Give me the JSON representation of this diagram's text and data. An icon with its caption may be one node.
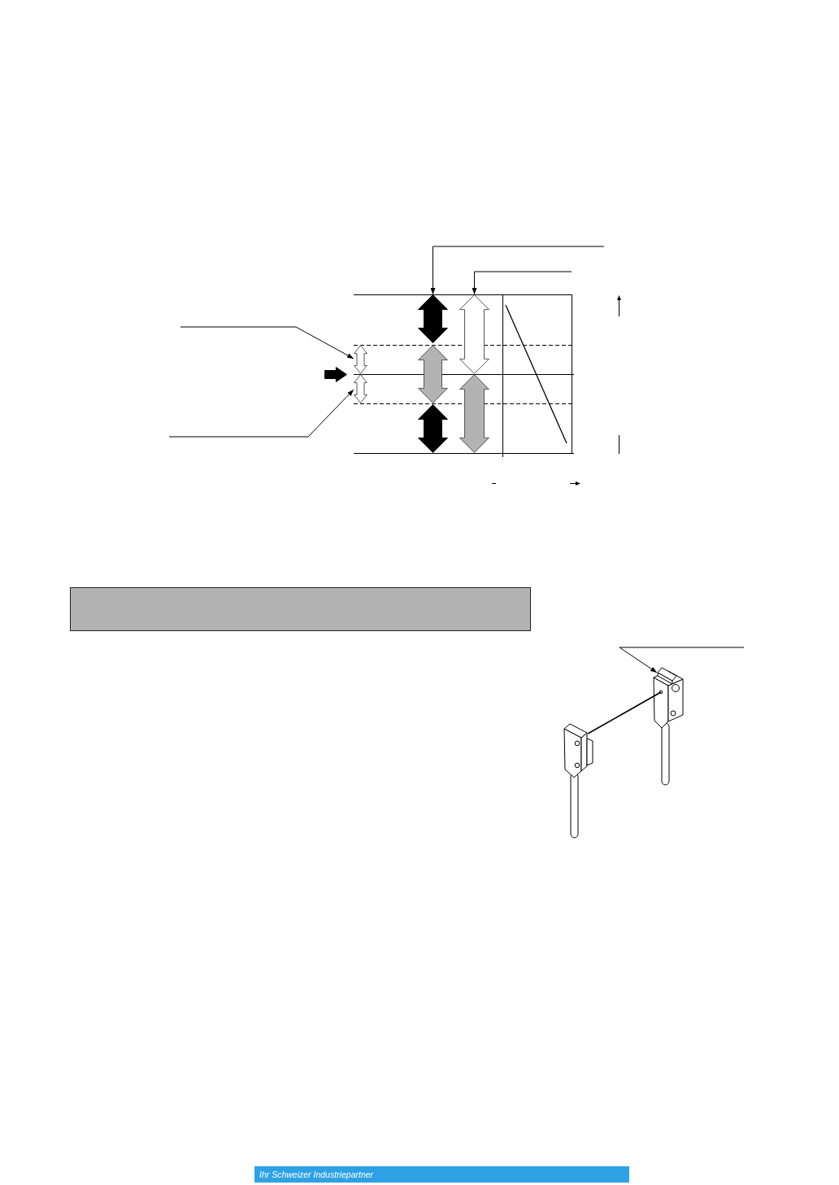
{
  "diagram": {
    "nodes": [
      {
        "text": [],
        "shape": "arrow"
      },
      {
        "text": [],
        "shape": "grid"
      },
      {
        "text": [],
        "shape": "arrow",
        "in": 1
      },
      {
        "text": [],
        "shape": "arrow",
        "in": 1
      },
      {
        "text": [],
        "shape": "arrow",
        "in": 1
      },
      {
        "text": [],
        "shape": "arrow",
        "in": 1
      },
      {
        "text": [],
        "shape": "arrow",
        "in": 1
      },
      {
        "text": [],
        "shape": "arrow",
        "in": 1
      },
      {
        "text": [],
        "shape": "arrow",
        "in": 1
      },
      {
        "text": [],
        "shape": "box"
      },
      {
        "text": [],
        "shape": "picture"
      },
      {
        "text": [],
        "shape": "picture"
      }
    ],
    "edges": [
      {
        "from": null,
        "to": 4,
        "arrow": "to"
      },
      {
        "from": null,
        "to": 7,
        "arrow": "to"
      },
      {
        "from": null,
        "to": 2,
        "arrow": "to"
      },
      {
        "from": null,
        "to": 3,
        "arrow": "to"
      },
      {
        "from": null,
        "to": 11,
        "arrow": "to"
      },
      {
        "from": 10,
        "to": 11,
        "arrow": "none"
      }
    ],
    "labels": [
      "Ihr Schweizer Industriepartner"
    ]
  }
}
